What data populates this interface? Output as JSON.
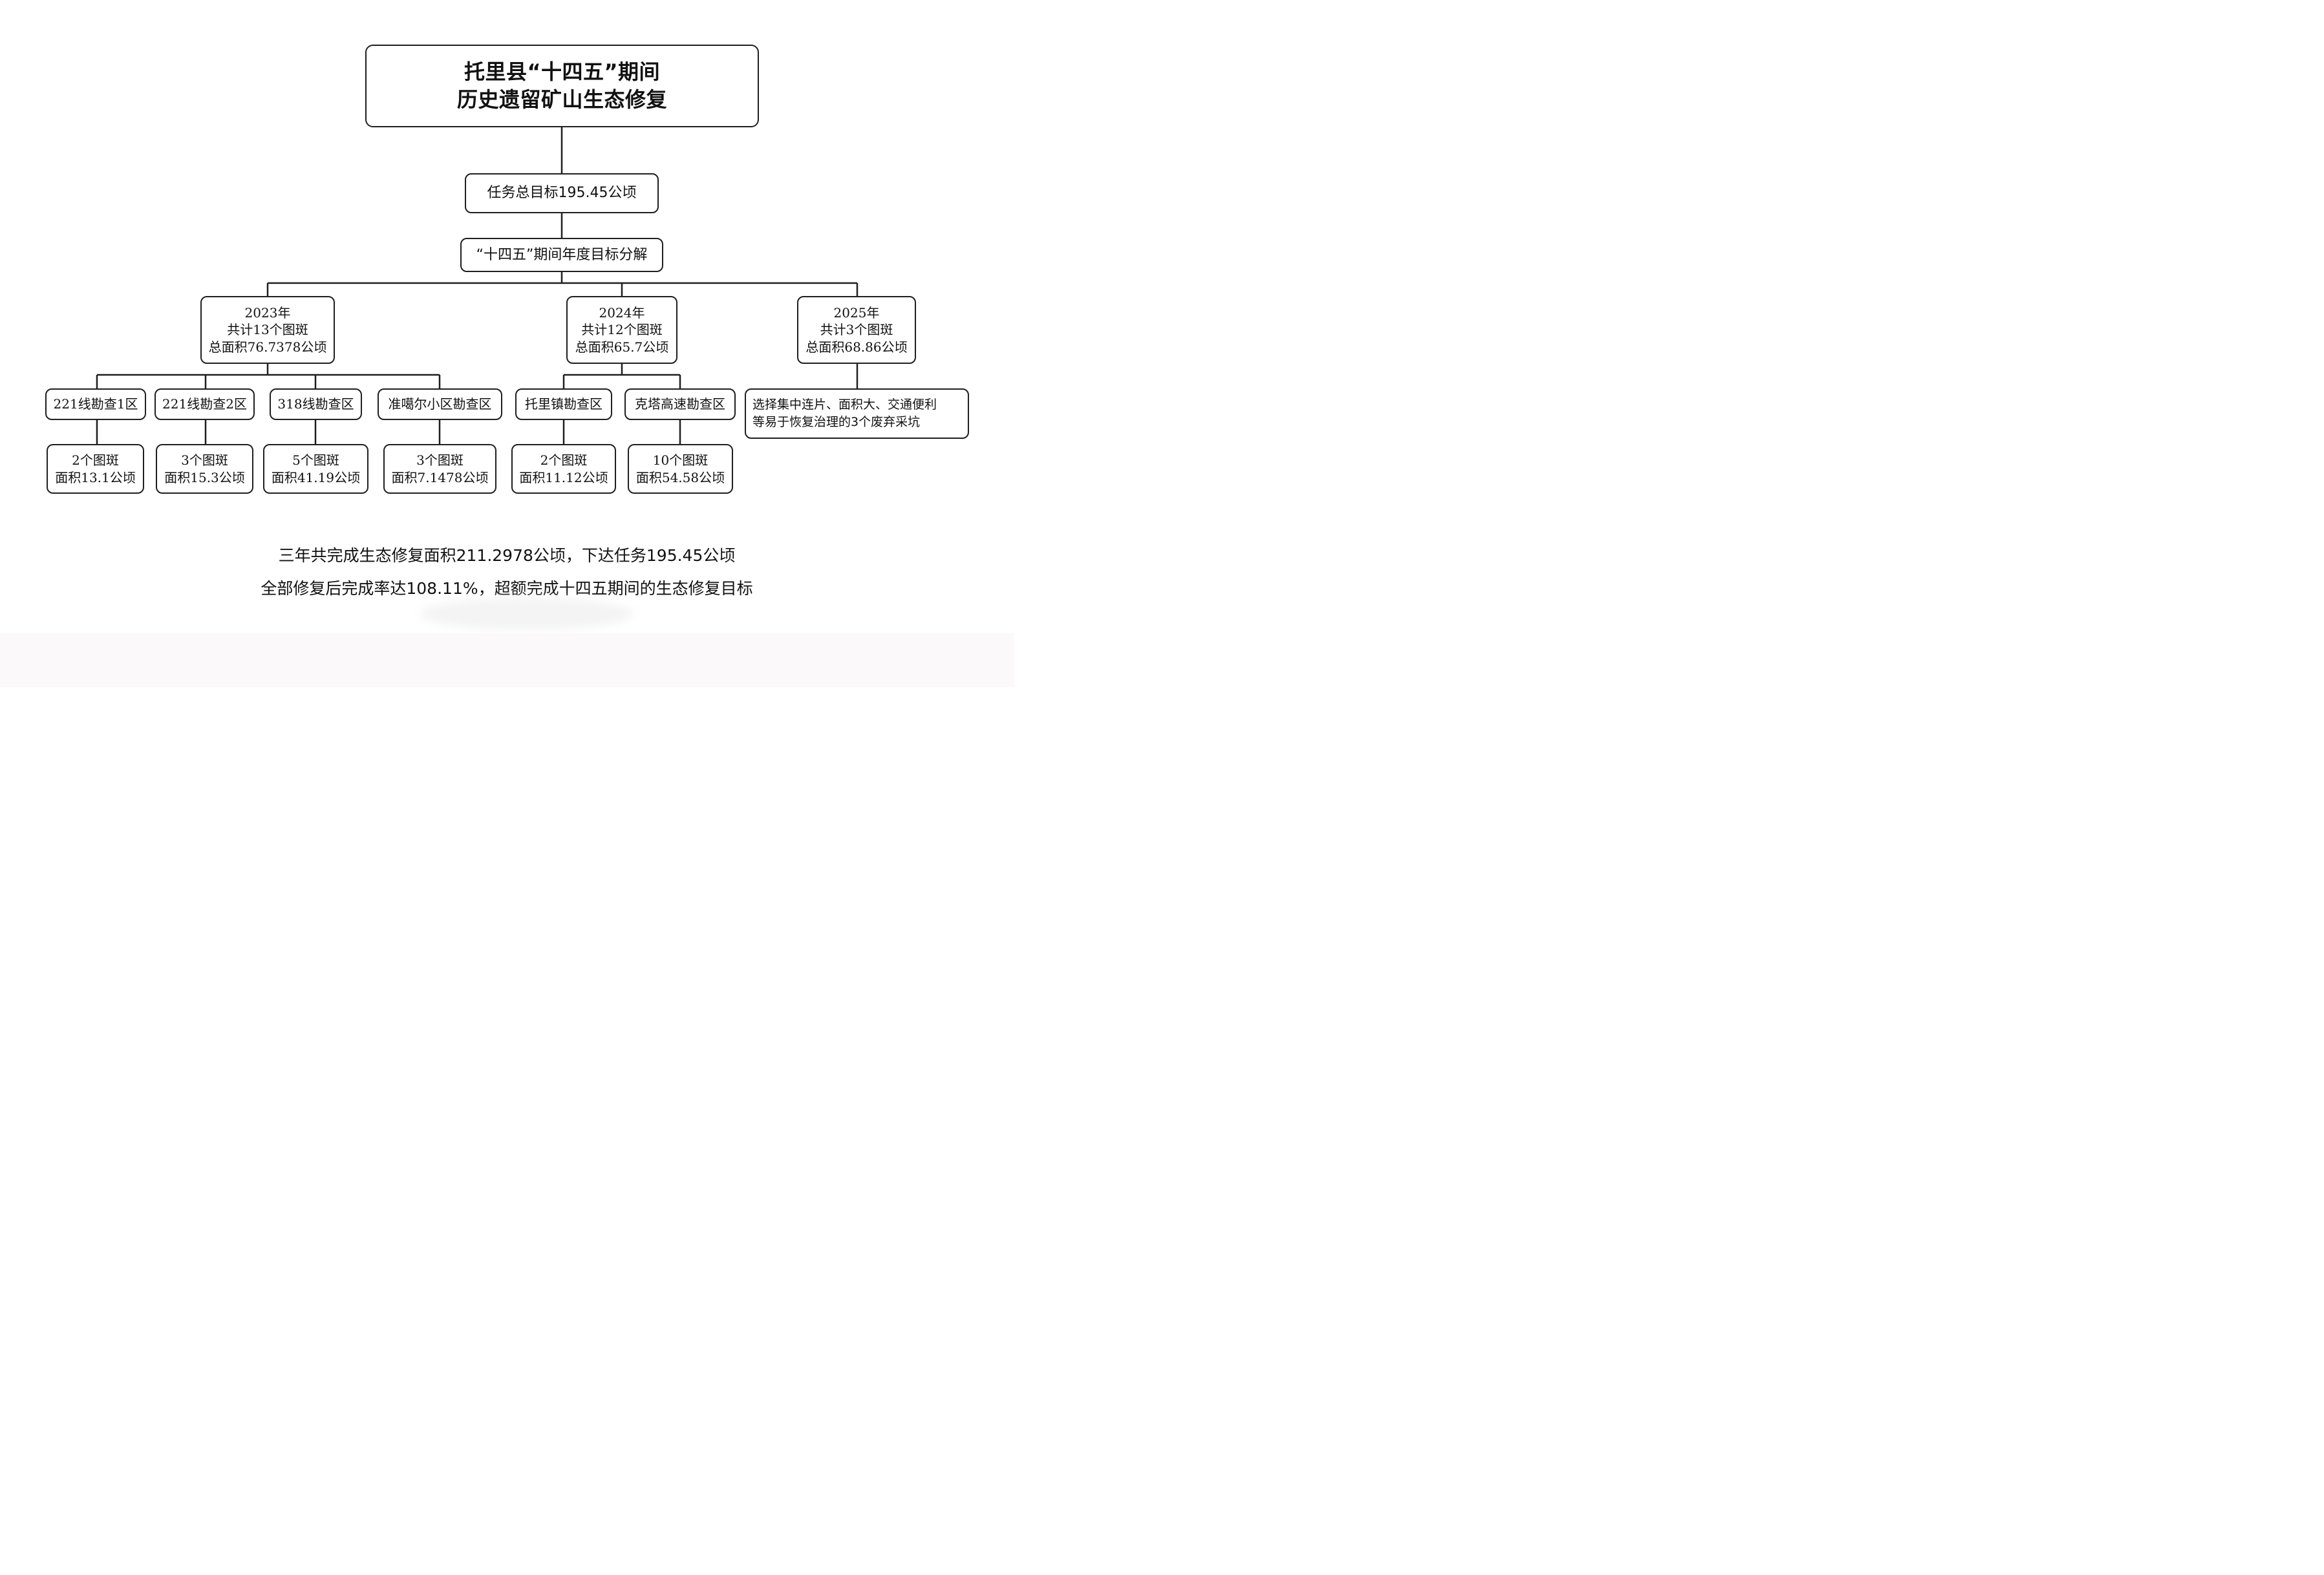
{
  "title": {
    "line1": "托里县“十四五”期间",
    "line2": "历史遗留矿山生态修复"
  },
  "goal": "任务总目标195.45公顷",
  "breakdown": "“十四五”期间年度目标分解",
  "years": [
    {
      "year": "2023年",
      "count": "共计13个图斑",
      "area": "总面积76.7378公顷",
      "zones": [
        {
          "name": "221线勘查1区",
          "count": "2个图斑",
          "area": "面积13.1公顷"
        },
        {
          "name": "221线勘查2区",
          "count": "3个图斑",
          "area": "面积15.3公顷"
        },
        {
          "name": "318线勘查区",
          "count": "5个图斑",
          "area": "面积41.19公顷"
        },
        {
          "name": "准噶尔小区勘查区",
          "count": "3个图斑",
          "area": "面积7.1478公顷"
        }
      ]
    },
    {
      "year": "2024年",
      "count": "共计12个图斑",
      "area": "总面积65.7公顷",
      "zones": [
        {
          "name": "托里镇勘查区",
          "count": "2个图斑",
          "area": "面积11.12公顷"
        },
        {
          "name": "克塔高速勘查区",
          "count": "10个图斑",
          "area": "面积54.58公顷"
        }
      ]
    },
    {
      "year": "2025年",
      "count": "共计3个图斑",
      "area": "总面积68.86公顷",
      "note": {
        "line1": "选择集中连片、面积大、交通便利",
        "line2": "等易于恢复治理的3个废弃采坑"
      }
    }
  ],
  "summary": {
    "line1": "三年共完成生态修复面积211.2978公顷，下达任务195.45公顷",
    "line2": "全部修复后完成率达108.11%，超额完成十四五期间的生态修复目标"
  }
}
